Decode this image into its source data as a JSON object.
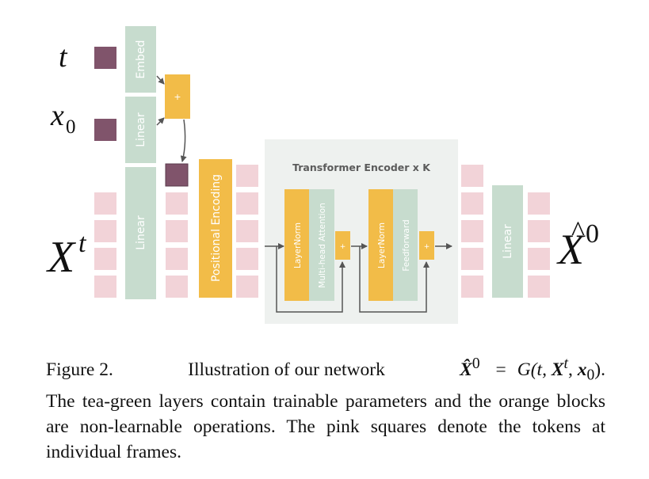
{
  "diagram": {
    "inputs": {
      "t": "t",
      "x0_base": "x",
      "x0_sub": "0",
      "xt_base": "X",
      "xt_sup": "t"
    },
    "output": {
      "base": "X",
      "hat": "^",
      "sup": "0"
    },
    "blocks": {
      "embed": "Embed",
      "linear_x0": "Linear",
      "plus_cond": "+",
      "linear_xt": "Linear",
      "positional_encoding": "Positional Encoding",
      "encoder_title": "Transformer Encoder x K",
      "layernorm_1": "LayerNorm",
      "mha": "Multi-head Attention",
      "plus_1": "+",
      "layernorm_2": "LayerNorm",
      "feedforward": "Feedforward",
      "plus_2": "+",
      "linear_out": "Linear"
    },
    "colors": {
      "tea_green": "#c7dcce",
      "orange": "#f2bc48",
      "pink": "#f2d3d8",
      "purple": "#80546b",
      "encoder_bg": "#eef1ef",
      "arrow": "#555555"
    }
  },
  "caption": {
    "label": "Figure 2.",
    "intro": "Illustration of our network",
    "formula_lhs": "X̂",
    "formula_lhs_sup": "0",
    "formula_eq": "=",
    "formula_rhs_open": "G(t, ",
    "formula_rhs_X": "X",
    "formula_rhs_X_sup": "t",
    "formula_rhs_mid": ", ",
    "formula_rhs_x": "x",
    "formula_rhs_x_sub": "0",
    "formula_rhs_close": ").",
    "rest": "The tea-green layers contain trainable parameters and the orange blocks are non-learnable operations. The pink squares denote the tokens at individual frames."
  }
}
